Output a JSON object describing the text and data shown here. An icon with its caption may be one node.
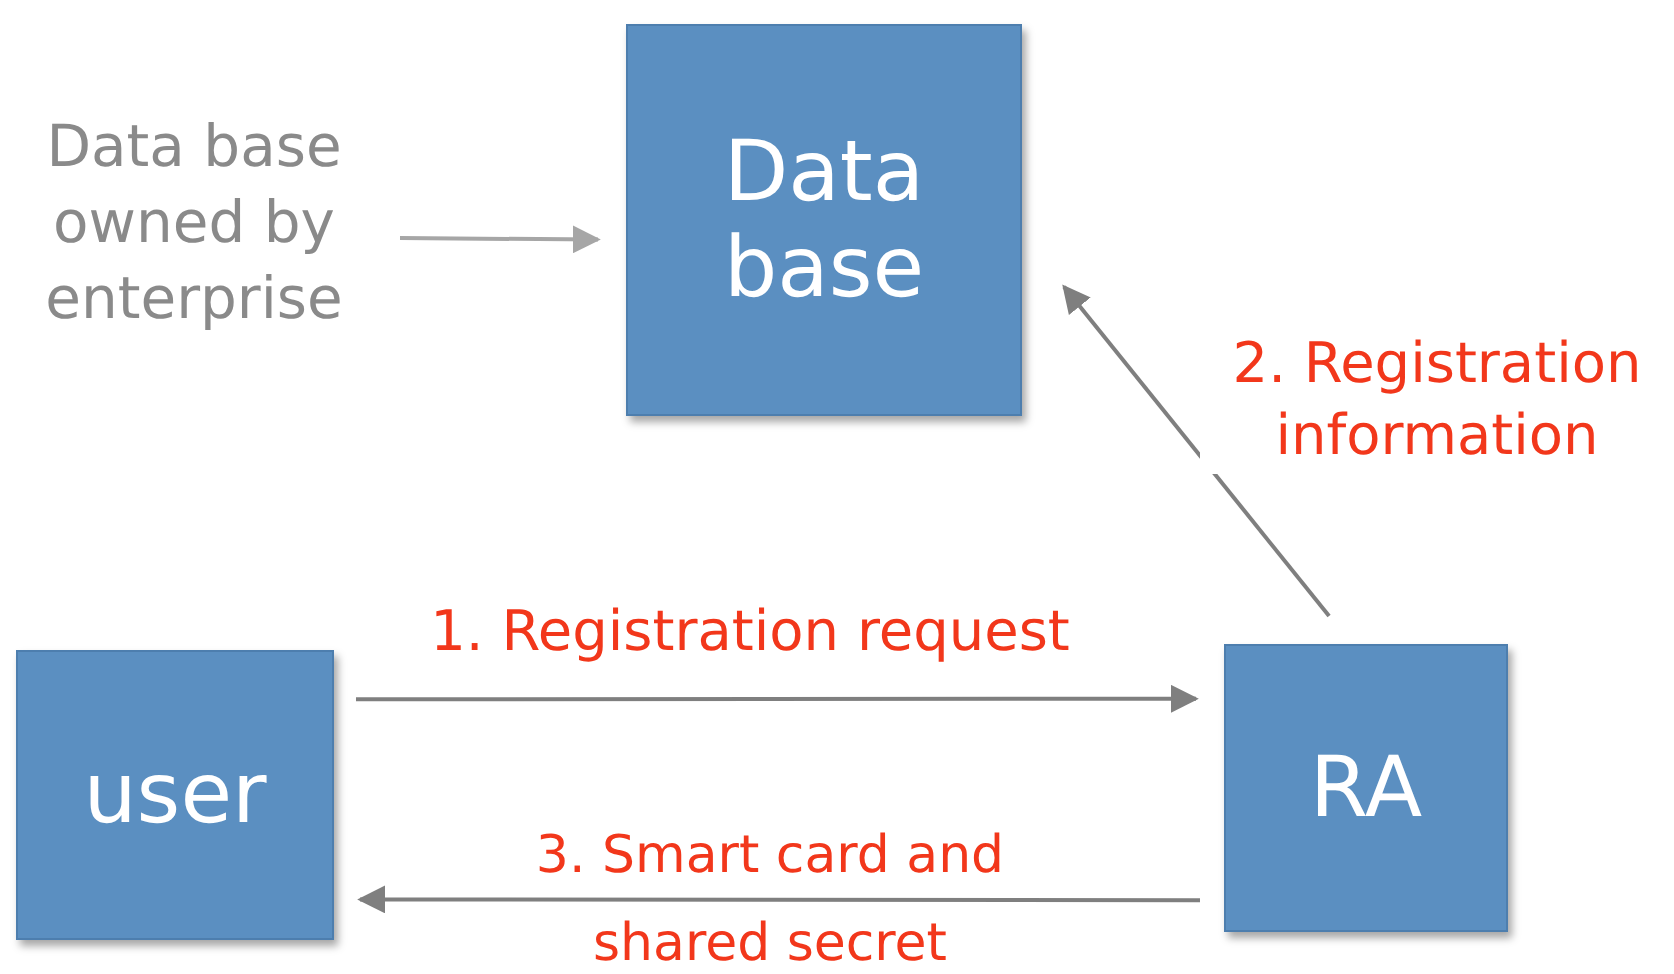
{
  "diagram": {
    "nodes": [
      {
        "text": [
          "Data base owned by enterprise"
        ]
      },
      {
        "text": [
          "Data base"
        ]
      },
      {
        "text": [
          "user"
        ]
      },
      {
        "text": [
          "RA"
        ]
      }
    ],
    "edges": [
      {
        "from": 0,
        "to": 1,
        "arrow": "to",
        "color": "#a6a6a6"
      },
      {
        "from": 2,
        "to": 3,
        "arrow": "to",
        "label": "1. Registration request"
      },
      {
        "from": 3,
        "to": 1,
        "arrow": "to",
        "label": "2. Registration information"
      },
      {
        "from": 3,
        "to": 2,
        "arrow": "to",
        "label": "3. Smart card and shared secret"
      }
    ]
  }
}
